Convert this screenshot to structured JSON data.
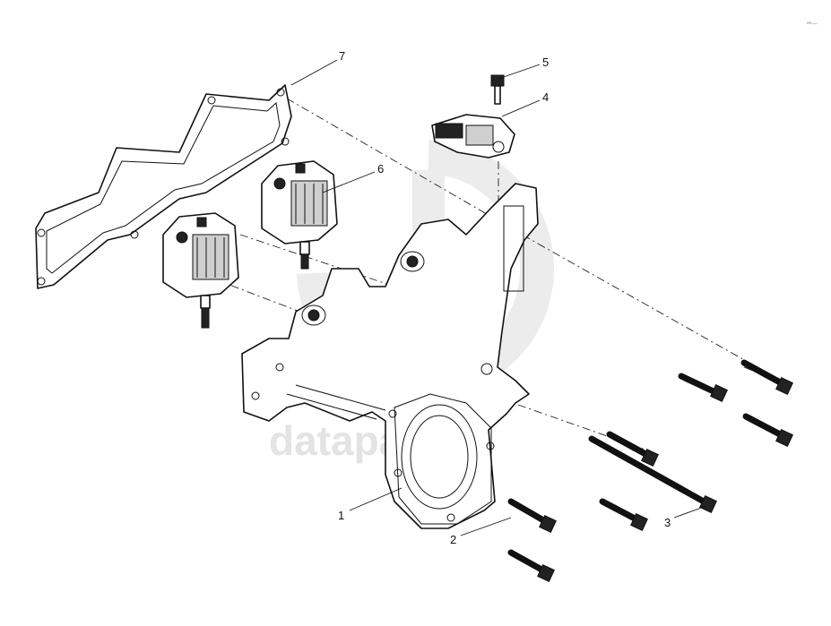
{
  "watermark": {
    "text": "dataparts"
  },
  "corner_mark": "••—",
  "callouts": {
    "c1": "1",
    "c2": "2",
    "c3": "3",
    "c4": "4",
    "c5": "5",
    "c6": "6",
    "c7": "7"
  }
}
